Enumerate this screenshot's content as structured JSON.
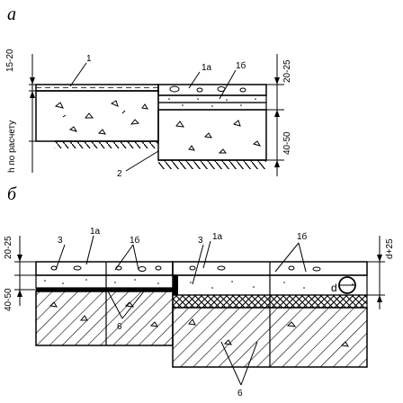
{
  "panels": {
    "a": "а",
    "b": "б"
  },
  "top_section": {
    "left_dim": "15-20",
    "vertical_label": "h по расчету",
    "right_dim_top": "20-25",
    "right_dim_bottom": "40-50",
    "callouts": {
      "c1": "1",
      "c1a": "1а",
      "c1b": "1б",
      "c2": "2"
    }
  },
  "bottom_section": {
    "left_dim_top": "20-25",
    "left_dim_bottom": "40-50",
    "right_dim": "d+25",
    "pipe_label": "d",
    "callouts": {
      "c3_left": "3",
      "c1a_left": "1а",
      "c1b_left": "1б",
      "c6_left": "6",
      "c3_right": "3",
      "c1a_right": "1а",
      "c1b_right": "1б",
      "c6_right": "6"
    }
  }
}
